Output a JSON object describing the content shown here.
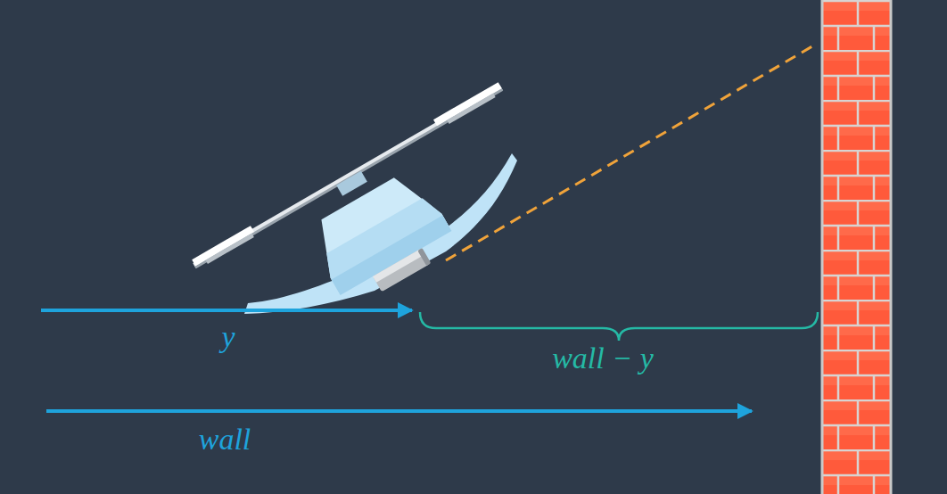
{
  "diagram": {
    "labels": [
      "y",
      "wall − y",
      "wall"
    ]
  }
}
